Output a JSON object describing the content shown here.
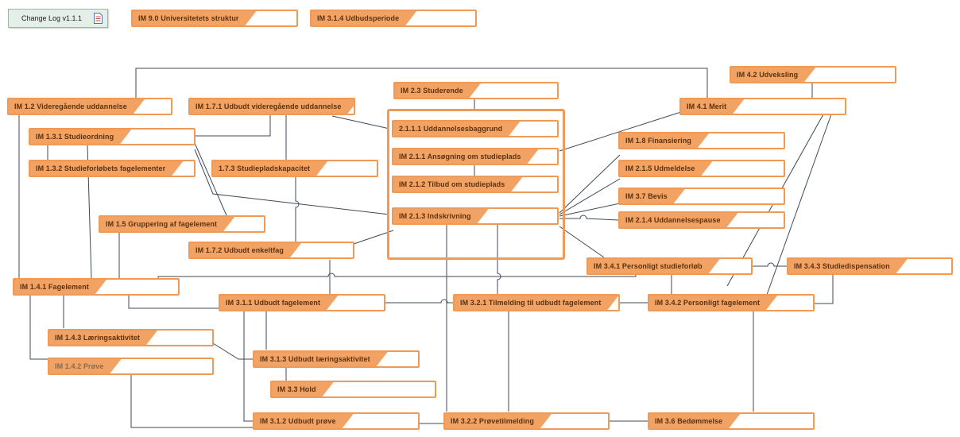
{
  "changelog": {
    "label": "Change Log v1.1.1",
    "icon": "document-icon"
  },
  "colors": {
    "accent": "#f2a263",
    "border": "#ef9a56",
    "connector": "#3f4a56"
  },
  "boxes": {
    "im90": "IM 9.0 Universitetets struktur",
    "im314": "IM 3.1.4 Udbudsperiode",
    "im42": "IM 4.2 Udveksling",
    "im41": "IM 4.1 Merit",
    "im23": "IM 2.3 Studerende",
    "im12": "IM 1.2 Videregående uddannelse",
    "im171": "IM 1.7.1 Udbudt videregående uddannelse",
    "im2111": "2.1.1.1 Uddannelsesbaggrund",
    "im131": "IM 1.3.1 Studieordning",
    "im211": "IM 2.1.1  Ansøgning om studieplads",
    "im18": "IM 1.8 Finansiering",
    "im132": "IM 1.3.2 Studieforløbets fagelementer",
    "im173": "1.7.3 Studiepladskapacitet",
    "im215": "IM 2.1.5 Udmeldelse",
    "im212": "IM 2.1.2 Tilbud om studieplads",
    "im37": "IM 3.7 Bevis",
    "im213": "IM 2.1.3 Indskrivning",
    "im214": "IM 2.1.4 Uddannelsespause",
    "im15": "IM 1.5 Gruppering af fagelement",
    "im172": "IM 1.7.2 Udbudt enkeltfag",
    "im341": "IM 3.4.1 Personligt studieforløb",
    "im343": "IM 3.4.3 Studiedispensation",
    "im141": "IM 1.4.1 Fagelement",
    "im311": "IM 3.1.1 Udbudt fagelement",
    "im321": "IM 3.2.1 Tilmelding til udbudt fagelement",
    "im342": "IM 3.4.2 Personligt fagelement",
    "im143": "IM 1.4.3 Læringsaktivitet",
    "im313": "IM 3.1.3 Udbudt læringsaktivitet",
    "im142": "IM 1.4.2 Prøve",
    "im33": "IM 3.3 Hold",
    "im312": "IM 3.1.2 Udbudt prøve",
    "im322": "IM 3.2.2 Prøvetilmelding",
    "im36": "IM 3.6 Bedømmelse"
  }
}
